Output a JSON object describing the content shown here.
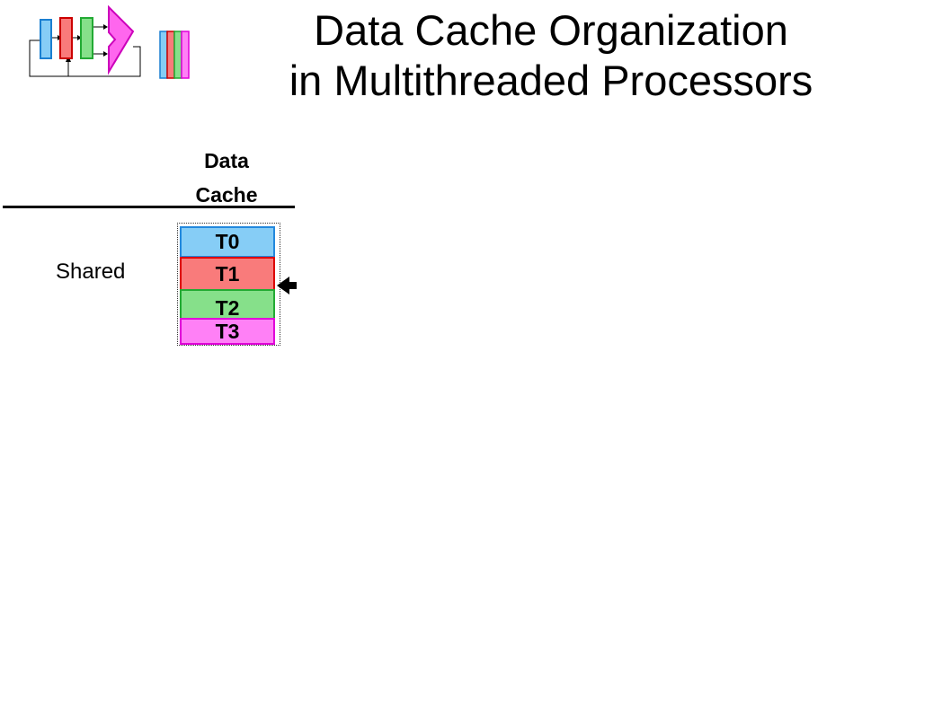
{
  "title": {
    "line1": "Data Cache Organization",
    "line2": "in Multithreaded Processors"
  },
  "column_header": {
    "line1": "Data",
    "line2": "Cache"
  },
  "row_label": "Shared",
  "cache_blocks": [
    {
      "label": "T0",
      "fill": "#86cdf6",
      "border": "#2288dd"
    },
    {
      "label": "T1",
      "fill": "#f97b7b",
      "border": "#dd0000"
    },
    {
      "label": "T2",
      "fill": "#86e08a",
      "border": "#22aa33"
    },
    {
      "label": "T3",
      "fill": "#ff80f6",
      "border": "#e000d8"
    }
  ],
  "colors": {
    "thread0": "#86cdf6",
    "thread1": "#f97b7b",
    "thread2": "#86e08a",
    "thread3": "#ff80f6",
    "pipeline_alu": "#ff66ee"
  }
}
